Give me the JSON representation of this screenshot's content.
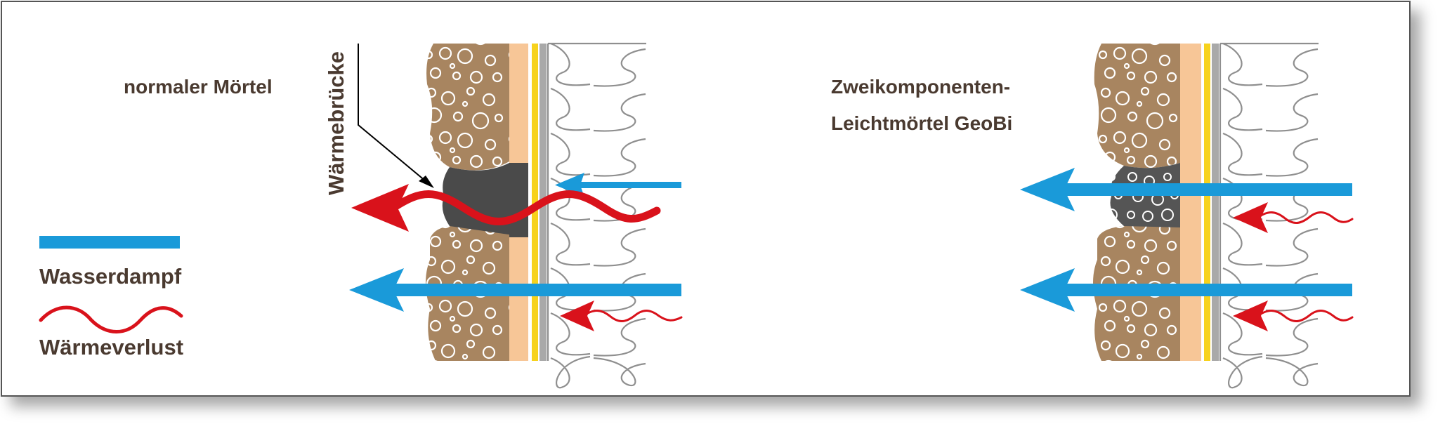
{
  "labels": {
    "left_title": "normaler Mörtel",
    "right_title_line1": "Zweikomponenten-",
    "right_title_line2": "Leichtmörtel GeoBi",
    "bridge": "Wärmebrücke",
    "legend_vapor": "Wasserdampf",
    "legend_heat": "Wärmeverlust"
  },
  "colors": {
    "vapor": "#1a9ad9",
    "heat": "#d9121b",
    "brick": "#a88560",
    "plaster": "#f7c697",
    "yellow": "#f7d21c",
    "grey_layer": "#a9a9a9",
    "mortar_normal": "#4a4a4a",
    "mortar_light": "#555555",
    "text": "#4a3a30"
  }
}
